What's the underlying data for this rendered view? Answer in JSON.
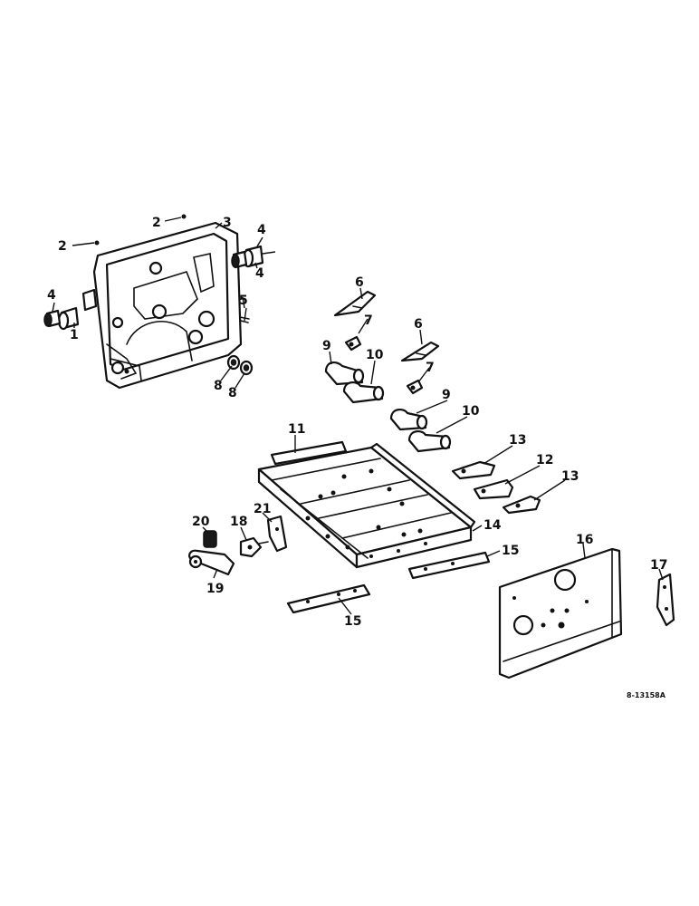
{
  "callouts": {
    "c1": "1",
    "c2a": "2",
    "c2b": "2",
    "c3": "3",
    "c4a": "4",
    "c4b": "4",
    "c4c": "4",
    "c5": "5",
    "c6a": "6",
    "c6b": "6",
    "c7a": "7",
    "c7b": "7",
    "c8a": "8",
    "c8b": "8",
    "c9a": "9",
    "c9b": "9",
    "c10a": "10",
    "c10b": "10",
    "c11": "11",
    "c12": "12",
    "c13a": "13",
    "c13b": "13",
    "c14": "14",
    "c15a": "15",
    "c15b": "15",
    "c16": "16",
    "c17": "17",
    "c18": "18",
    "c19": "19",
    "c20": "20",
    "c21": "21"
  },
  "drawing_code": "8-13158A"
}
